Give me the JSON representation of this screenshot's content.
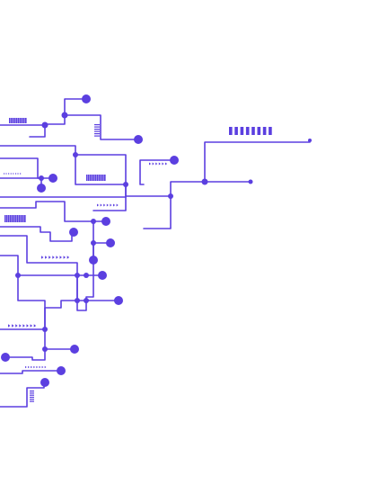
{
  "colors": {
    "background": "#ffffff",
    "trace": "#5b3fe0"
  },
  "icons": {
    "trace": "circuit-trace",
    "node": "circuit-node-dot",
    "bars": "barcode-stripes",
    "arrows": "chevron-arrows-icon"
  }
}
